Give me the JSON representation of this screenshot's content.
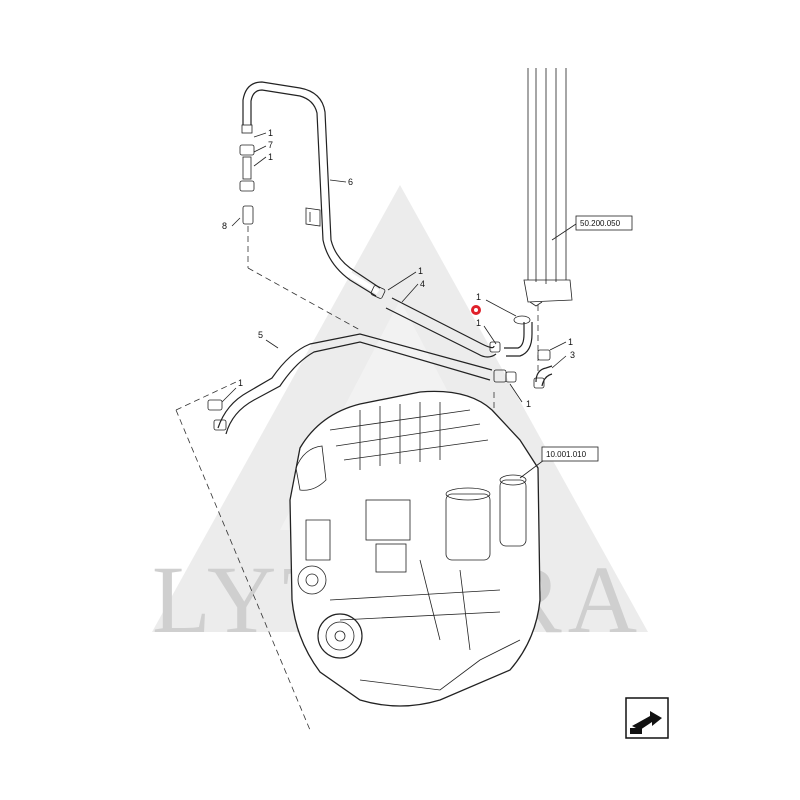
{
  "diagram": {
    "watermark": "LYTHGRA",
    "callouts": [
      "1",
      "7",
      "1",
      "6",
      "8",
      "1",
      "4",
      "1",
      "1",
      "1",
      "3",
      "5",
      "1",
      "1"
    ],
    "references": [
      "50.200.050",
      "10.001.010"
    ],
    "colors": {
      "line": "#222222",
      "watermark": "#d9d9d9",
      "highlight": "#e0202a"
    },
    "icons": [
      "highlighted-clamp-icon",
      "navigation-arrow-icon"
    ]
  }
}
